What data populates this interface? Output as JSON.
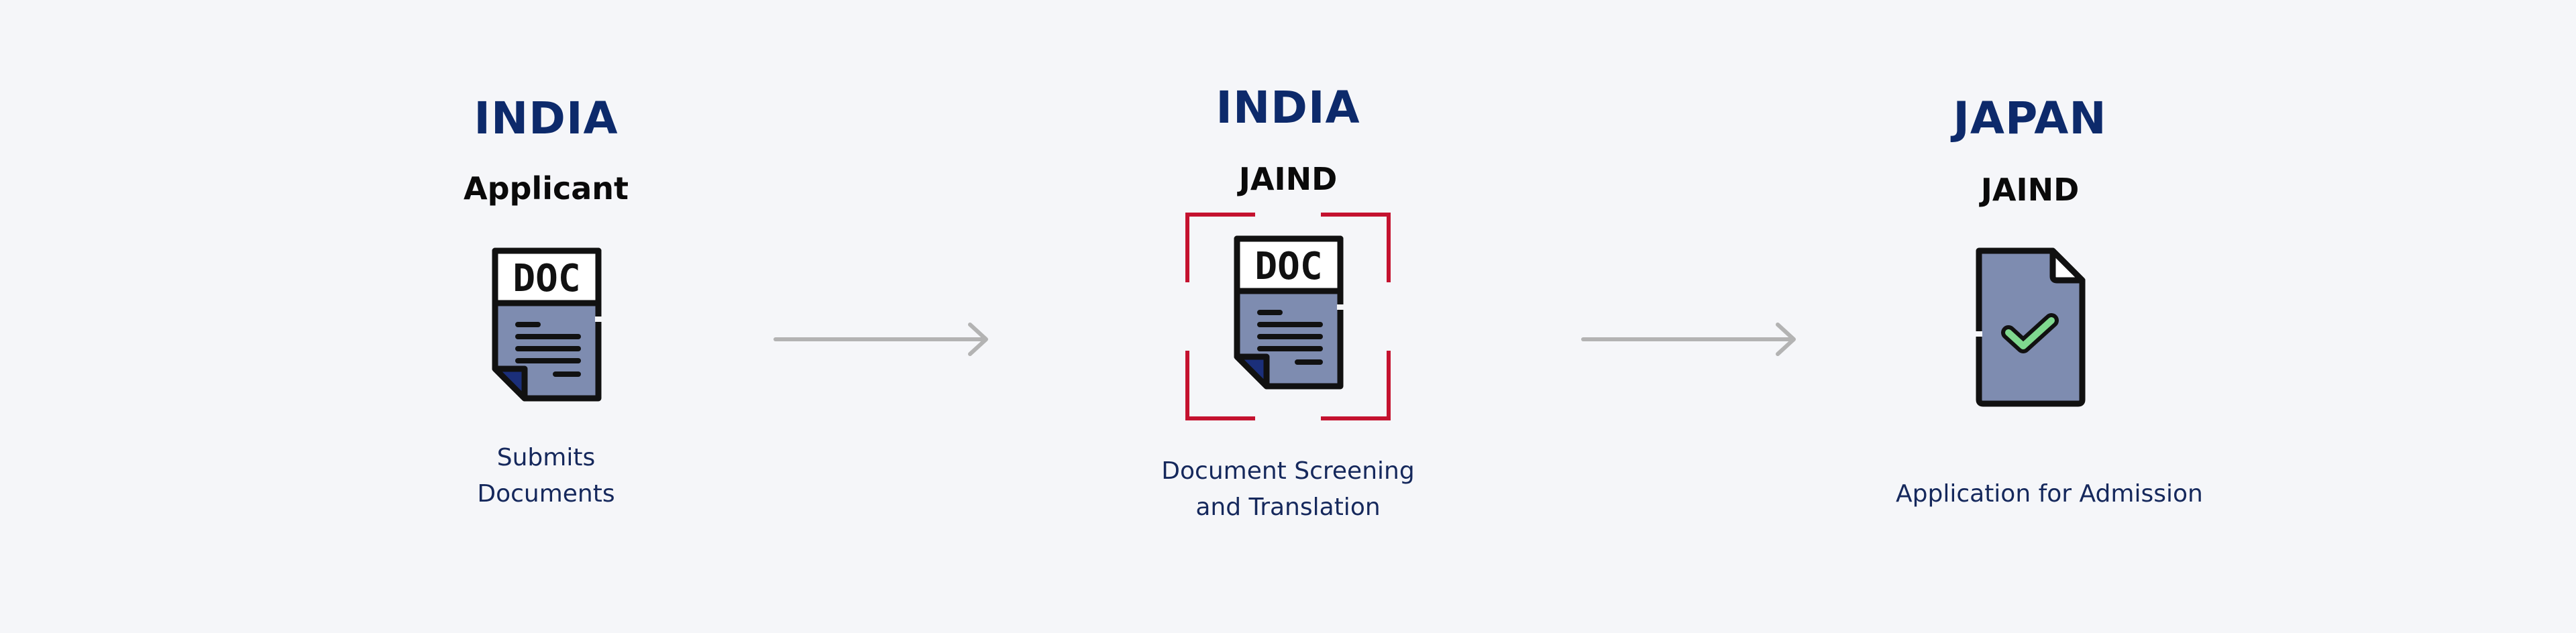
{
  "steps": [
    {
      "country": "INDIA",
      "role": "Applicant",
      "icon": "doc-file-icon",
      "icon_text": "DOC",
      "caption_lines": [
        "Submits",
        "Documents"
      ]
    },
    {
      "country": "INDIA",
      "role": "JAIND",
      "icon": "doc-scan-icon",
      "icon_text": "DOC",
      "caption_lines": [
        "Document Screening",
        "and Translation"
      ]
    },
    {
      "country": "JAPAN",
      "role": "JAIND",
      "icon": "approved-file-icon",
      "caption_lines": [
        "Application for Admission"
      ]
    }
  ],
  "arrows": [
    "arrow-right-icon",
    "arrow-right-icon"
  ],
  "colors": {
    "background": "#f5f6f9",
    "country": "#0d2a6b",
    "role": "#0a0a0a",
    "caption": "#15285c",
    "paper": "#7e8cb0",
    "outline": "#111111",
    "scan_frame": "#c4122f",
    "check": "#7fd88f",
    "arrow": "#b3b3b3"
  }
}
